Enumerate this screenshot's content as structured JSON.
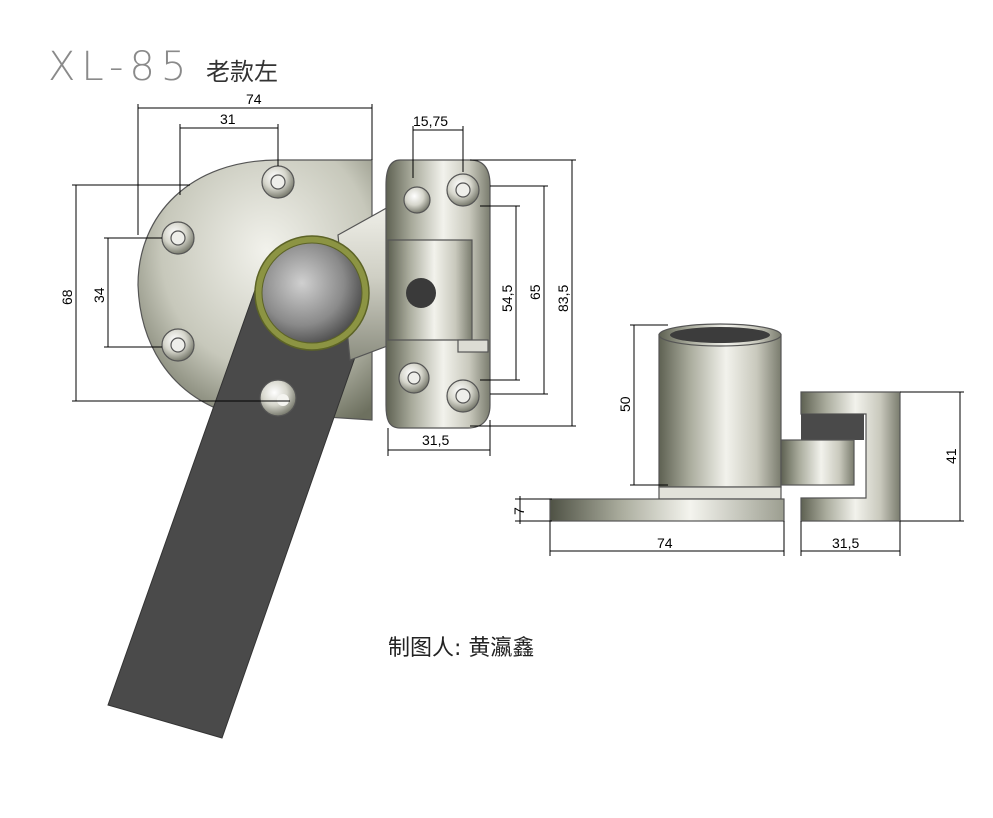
{
  "title": {
    "model": "XL-85",
    "suffix": "老款左"
  },
  "author_line": "制图人: 黄瀛鑫",
  "dimensions": {
    "front_width_overall": "74",
    "front_bolt_spacing_x": "31",
    "front_height_overall": "68",
    "front_bolt_spacing_y": "34",
    "keeper_top_width": "15,75",
    "keeper_bolt_spacing": "54,5",
    "keeper_inner_height": "65",
    "keeper_height_overall": "83,5",
    "keeper_bottom_width": "31,5",
    "side_barrel_height": "50",
    "side_base_thickness": "7",
    "side_base_length": "74",
    "side_keeper_height": "41",
    "side_keeper_width": "31,5"
  },
  "colors": {
    "metal_light": "#e6e6df",
    "metal_mid": "#b9b9ae",
    "metal_dark": "#6f7264",
    "handle": "#4a4a4a",
    "tube_ring": "#7c8a3a"
  }
}
